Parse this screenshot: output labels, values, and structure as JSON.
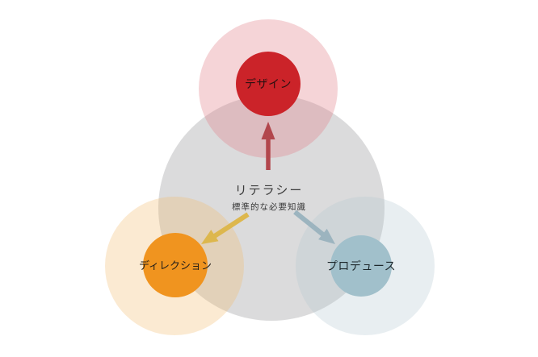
{
  "diagram": {
    "background_color": "#ffffff",
    "center": {
      "title": "リテラシー",
      "subtitle": "標準的な必要知識",
      "circle_color": "#dbdbdc",
      "text_color": "#3a3a3a"
    },
    "nodes": [
      {
        "id": "design",
        "label": "デザイン",
        "circle_color": "#cb2329",
        "halo_color": "rgba(226,132,141,0.35)",
        "label_color": "#2b1011",
        "arrow_color": "#b2464c"
      },
      {
        "id": "direction",
        "label": "ディレクション",
        "circle_color": "#f0941f",
        "halo_color": "rgba(242,185,105,0.30)",
        "label_color": "#26201a",
        "arrow_color": "#ddb74d"
      },
      {
        "id": "produce",
        "label": "プロデュース",
        "circle_color": "#a1c0cb",
        "halo_color": "rgba(178,198,208,0.30)",
        "label_color": "#1e282c",
        "arrow_color": "#9cb4bf"
      }
    ]
  }
}
